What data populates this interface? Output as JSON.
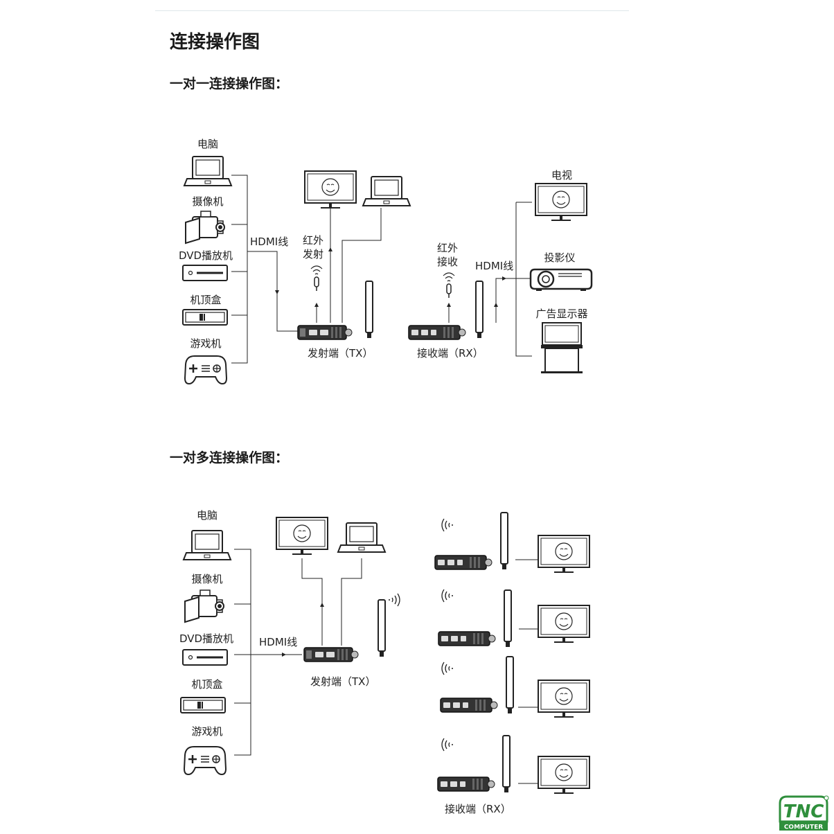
{
  "title": "连接操作图",
  "section1": {
    "heading": "一对一连接操作图：",
    "sources": [
      "电脑",
      "摄像机",
      "DVD播放机",
      "机顶盒",
      "游戏机"
    ],
    "hdmi_label_left": "HDMI线",
    "ir_tx_label": [
      "红外",
      "发射"
    ],
    "ir_rx_label": [
      "红外",
      "接收"
    ],
    "hdmi_label_right": "HDMI线",
    "tx_label": "发射端（TX）",
    "rx_label": "接收端（RX）",
    "displays": [
      "电视",
      "投影仪",
      "广告显示器"
    ]
  },
  "section2": {
    "heading": "一对多连接操作图：",
    "sources": [
      "电脑",
      "摄像机",
      "DVD播放机",
      "机顶盒",
      "游戏机"
    ],
    "hdmi_label": "HDMI线",
    "tx_label": "发射端（TX）",
    "rx_label": "接收端（RX）"
  },
  "logo": {
    "text": "TNC",
    "subtext": "COMPUTER",
    "color": "#2f8f3c"
  }
}
